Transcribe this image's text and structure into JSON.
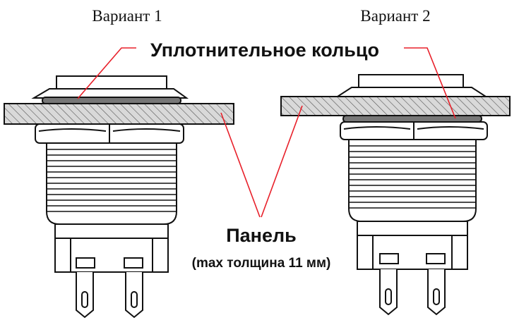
{
  "labels": {
    "variant1": "Вариант 1",
    "variant2": "Вариант 2",
    "seal_ring": "Уплотнительное кольцо",
    "panel": "Панель",
    "panel_note": "(max толщина 11 мм)"
  },
  "colors": {
    "outline": "#111111",
    "leader": "#e8202a",
    "hatch_bg": "#d9d9d9",
    "seal": "#777777"
  }
}
